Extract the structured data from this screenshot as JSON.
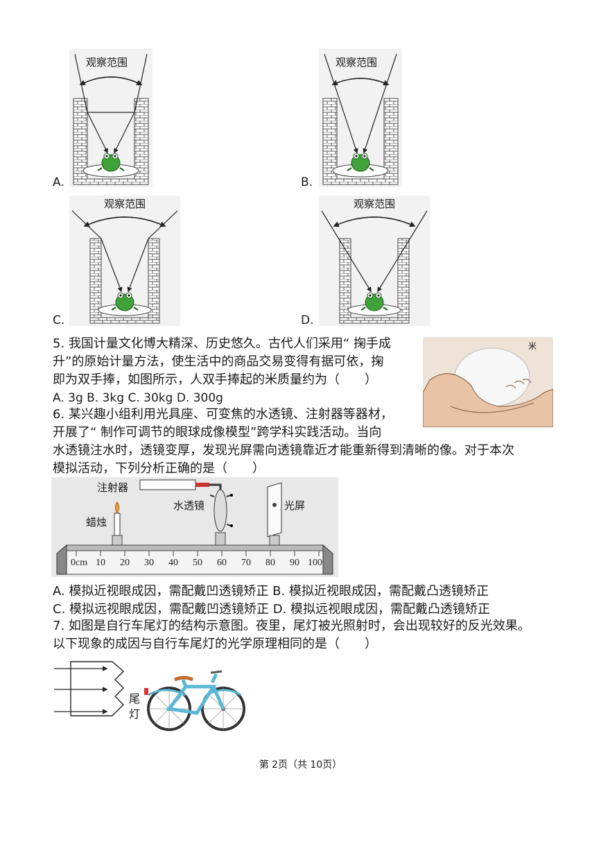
{
  "frog_options": [
    {
      "letter": "A.",
      "caption": "观察范围"
    },
    {
      "letter": "B.",
      "caption": "观察范围"
    },
    {
      "letter": "C.",
      "caption": "观察范围"
    },
    {
      "letter": "D.",
      "caption": "观察范围"
    }
  ],
  "q5": {
    "lines": [
      "5. 我国计量文化博大精深、历史悠久。古代人们采用“ 掬手成",
      "升”的原始计量方法，使生活中的商品交易变得有据可依，掬",
      "即为双手捧，如图所示，人双手捧起的米质量约为（　　）"
    ],
    "options": "A.  3g   B.  3kg   C.  30kg   D.  300g",
    "image_label": "米"
  },
  "q6": {
    "lines": [
      "6. 某兴趣小组利用光具座、可变焦的水透镜、注射器等器材，",
      "开展了“ 制作可调节的眼球成像模型”跨学科实践活动。当向",
      "水透镜注水时，透镜变厚，发现光屏需向透镜靠近才能重新得到清晰的像。对于本次",
      "模拟活动，下列分析正确的是（　　）"
    ],
    "labels": {
      "syringe": "注射器",
      "lens": "水透镜",
      "screen": "光屏",
      "candle": "蜡烛"
    },
    "scale": [
      "0cm",
      "10",
      "20",
      "30",
      "40",
      "50",
      "60",
      "70",
      "80",
      "90",
      "100"
    ],
    "options": [
      "A.  模拟近视眼成因，需配戴凹透镜矫正 B.  模拟近视眼成因，需配戴凸透镜矫正",
      "C.  模拟远视眼成因，需配戴凹透镜矫正 D.  模拟远视眼成因，需配戴凸透镜矫正"
    ]
  },
  "q7": {
    "lines": [
      "7. 如图是自行车尾灯的结构示意图。夜里，尾灯被光照射时，会出现较好的反光效果。",
      "以下现象的成因与自行车尾灯的光学原理相同的是（　　）"
    ],
    "taillight_label_1": "尾",
    "taillight_label_2": "灯"
  },
  "footer": "第 2页（共 10页）"
}
